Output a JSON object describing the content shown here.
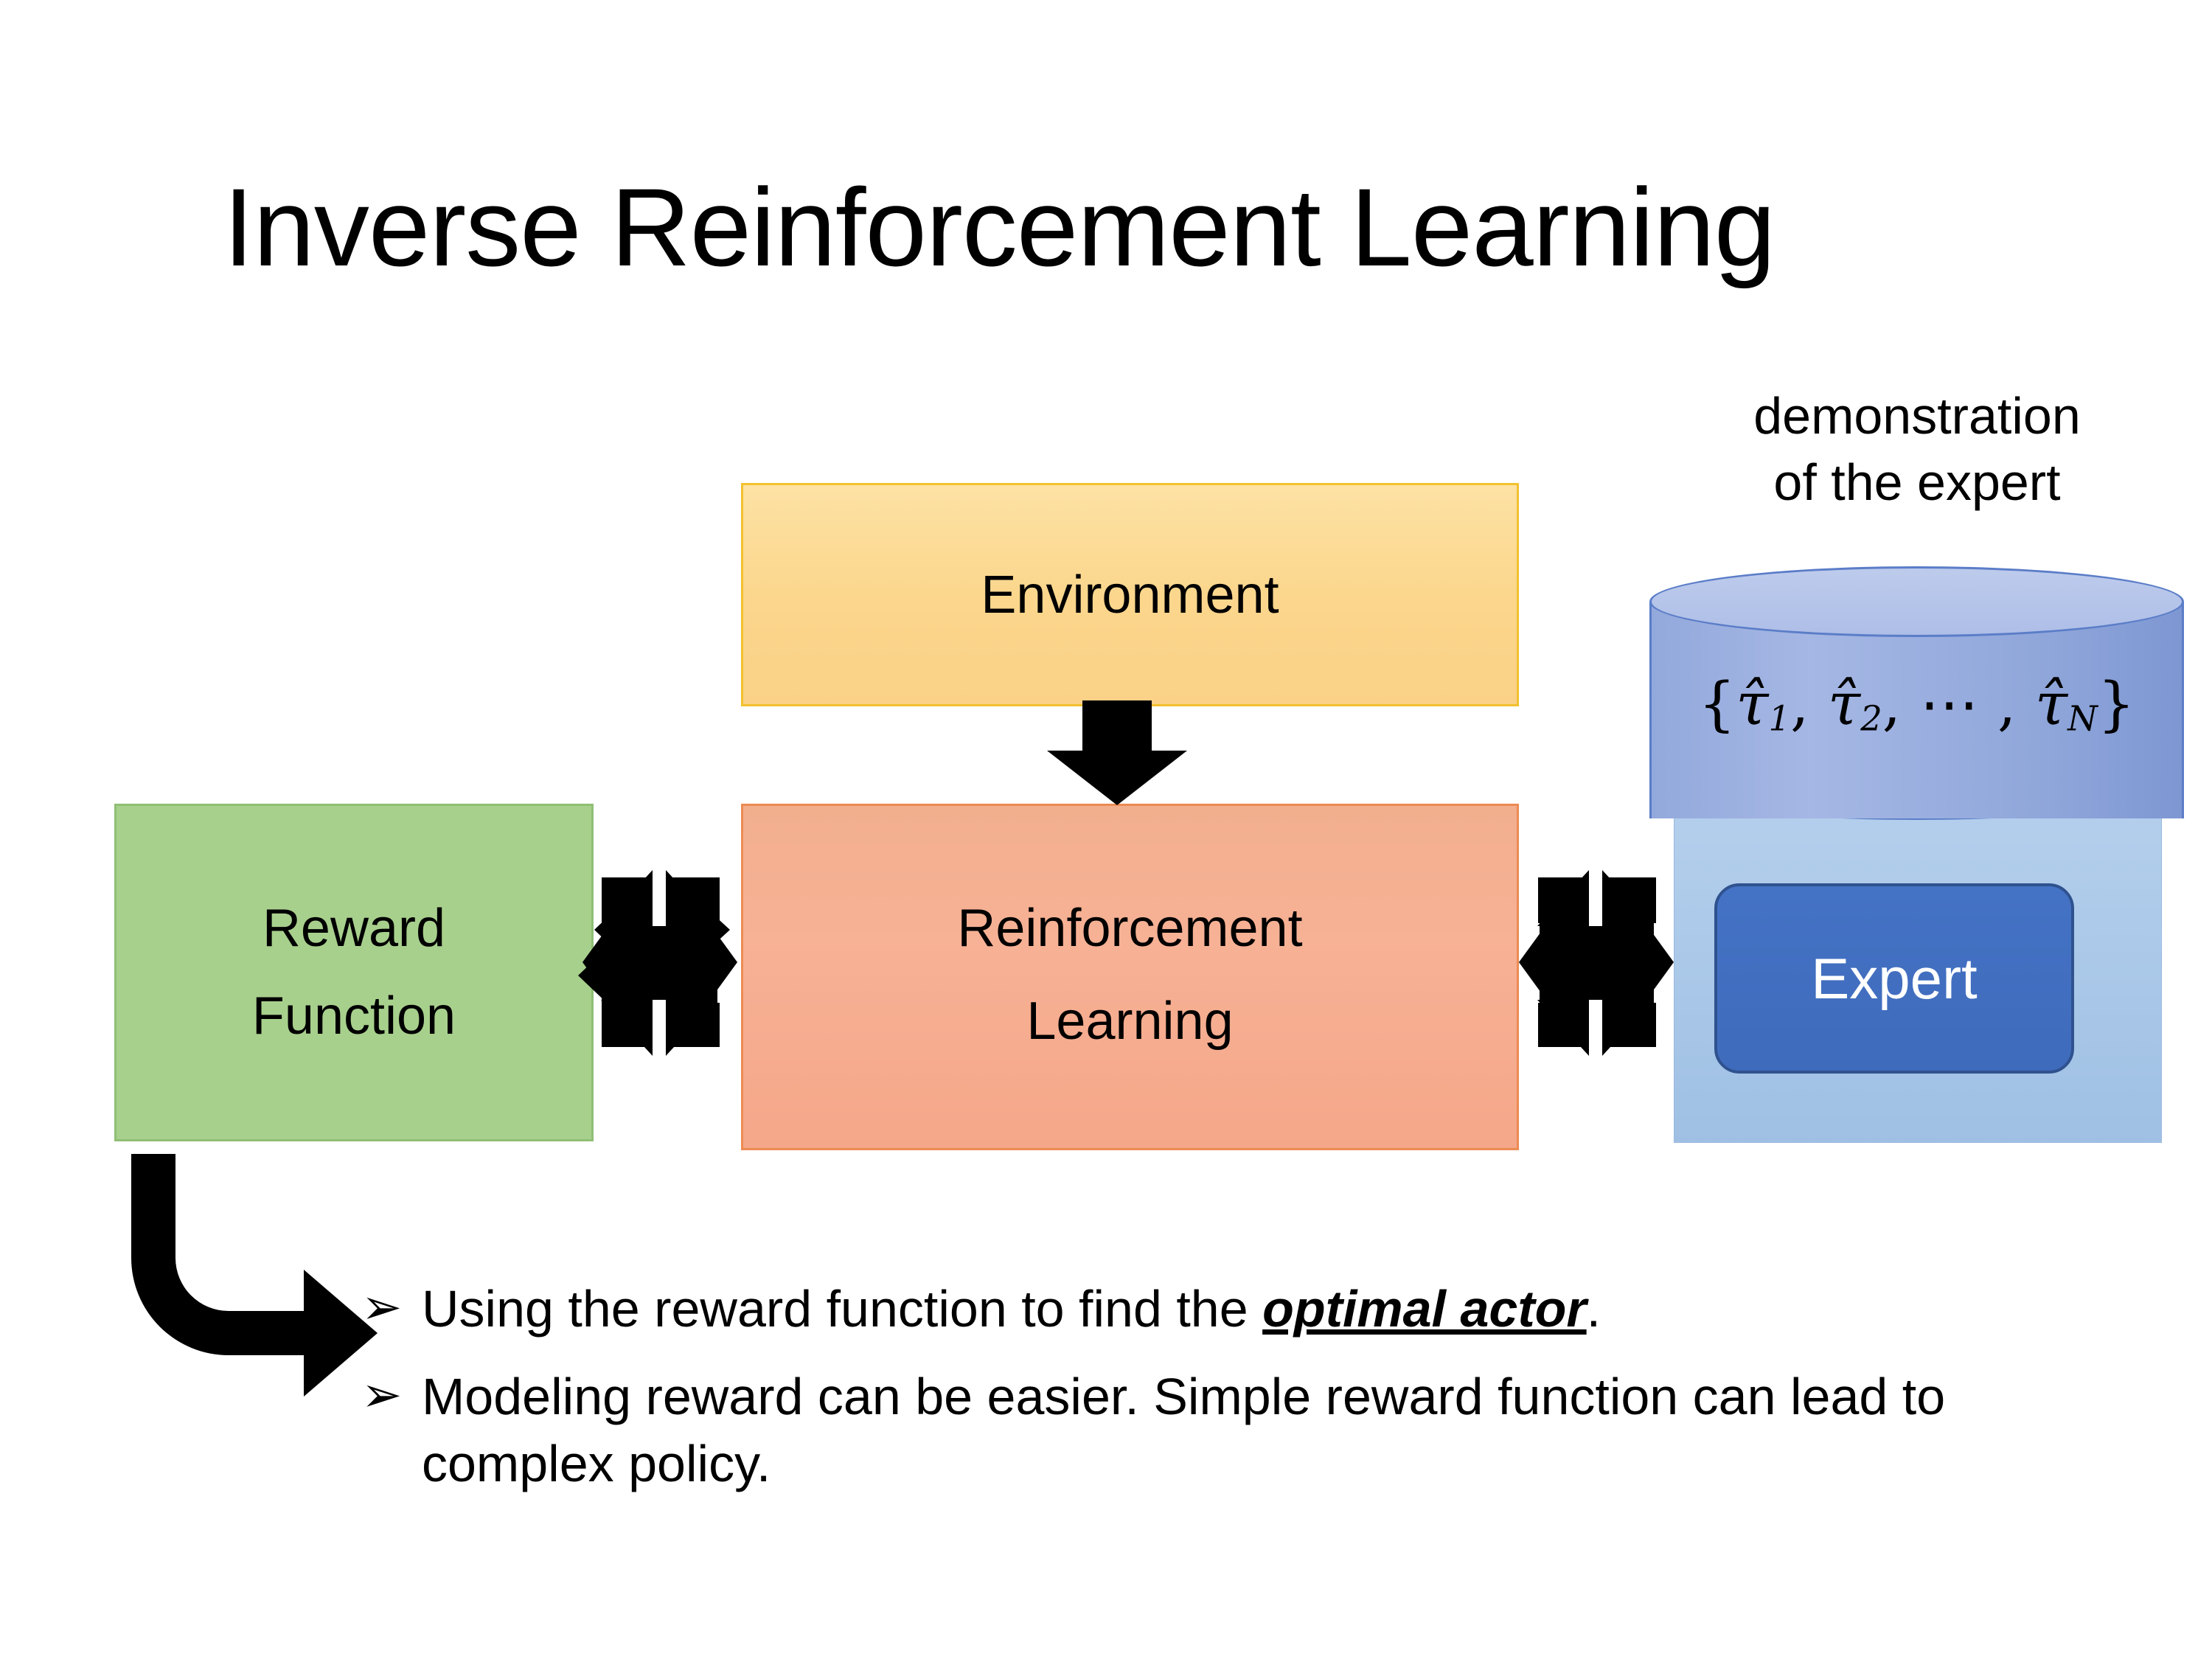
{
  "slide": {
    "title": "Inverse Reinforcement Learning",
    "background": "#FFFFFF"
  },
  "diagram": {
    "environment": {
      "label": "Environment",
      "fill": "#FBD68C",
      "border": "#F2C12E"
    },
    "reinforcement_learning": {
      "label_line1": "Reinforcement",
      "label_line2": "Learning",
      "fill": "#F5A789",
      "border": "#ED8B53"
    },
    "reward_function": {
      "label_line1": "Reward",
      "label_line2": "Function",
      "fill": "#A8D08D",
      "border": "#8FBF74"
    },
    "expert_group": {
      "caption_line1": "demonstration",
      "caption_line2": "of the expert",
      "panel_fill": "#A9C7E8",
      "cylinder_fill": "#93A9DC",
      "cylinder_border": "#5B7DC8",
      "cylinder_label": "{τ̂1, τ̂2, ⋯ , τ̂N}",
      "cylinder_label_parts": {
        "open_brace": "{",
        "t1": "τ̂",
        "sub1": "1",
        "sep1": ", ",
        "t2": "τ̂",
        "sub2": "2",
        "sep2": ", ⋯ , ",
        "tN": "τ̂",
        "subN": "N",
        "close_brace": "}"
      },
      "expert_button_label": "Expert",
      "expert_button_fill": "#4472C4",
      "expert_button_border": "#2F528F",
      "expert_button_text_color": "#FFFFFF"
    },
    "connectors": {
      "environment_to_rl": "down-block-arrow",
      "reward_to_rl": "double-headed-horizontal-arrow",
      "rl_to_expert": "double-headed-horizontal-arrow",
      "reward_to_bullets": "bent-elbow-arrow",
      "color": "#000000"
    }
  },
  "bullets": [
    {
      "marker": "➢",
      "text_before": "Using the reward function to find the ",
      "emphasis": "optimal actor",
      "text_after": "."
    },
    {
      "marker": "➢",
      "text_before": "Modeling reward can be easier. Simple reward function can lead to complex policy.",
      "emphasis": "",
      "text_after": ""
    }
  ]
}
